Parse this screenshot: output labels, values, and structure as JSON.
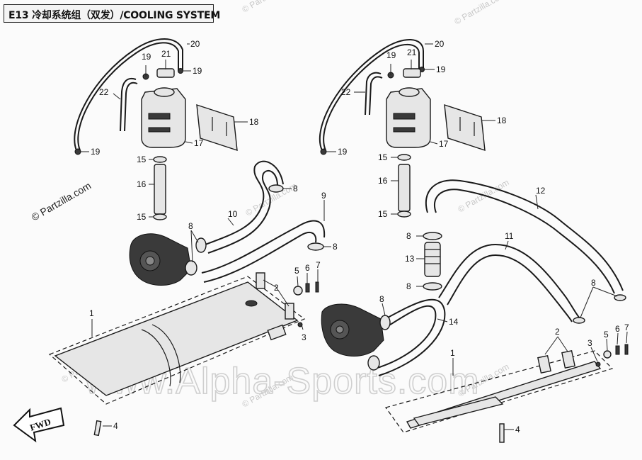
{
  "title": "E13 冷却系统组（双发）/COOLING SYSTEM",
  "watermarks": {
    "partzilla": "© Partzilla.com",
    "alpha": "www.Alpha-Sports.com"
  },
  "fwd_label": "FWD",
  "callouts": {
    "left": {
      "n1": "1",
      "n2": "2",
      "n3": "3",
      "n4": "4",
      "n5": "5",
      "n6": "6",
      "n7": "7",
      "n8a": "8",
      "n8b": "8",
      "n8c": "8",
      "n9": "9",
      "n10": "10",
      "n15a": "15",
      "n15b": "15",
      "n16": "16",
      "n17": "17",
      "n18": "18",
      "n19a": "19",
      "n19b": "19",
      "n19c": "19",
      "n20": "20",
      "n21": "21",
      "n22": "22"
    },
    "right": {
      "n1": "1",
      "n2": "2",
      "n3": "3",
      "n4": "4",
      "n5": "5",
      "n6": "6",
      "n7": "7",
      "n8a": "8",
      "n8b": "8",
      "n8c": "8",
      "n8d": "8",
      "n11": "11",
      "n12": "12",
      "n13": "13",
      "n14": "14",
      "n15a": "15",
      "n15b": "15",
      "n16": "16",
      "n17": "17",
      "n18": "18",
      "n19a": "19",
      "n19b": "19",
      "n19c": "19",
      "n20": "20",
      "n21": "21",
      "n22": "22"
    }
  }
}
